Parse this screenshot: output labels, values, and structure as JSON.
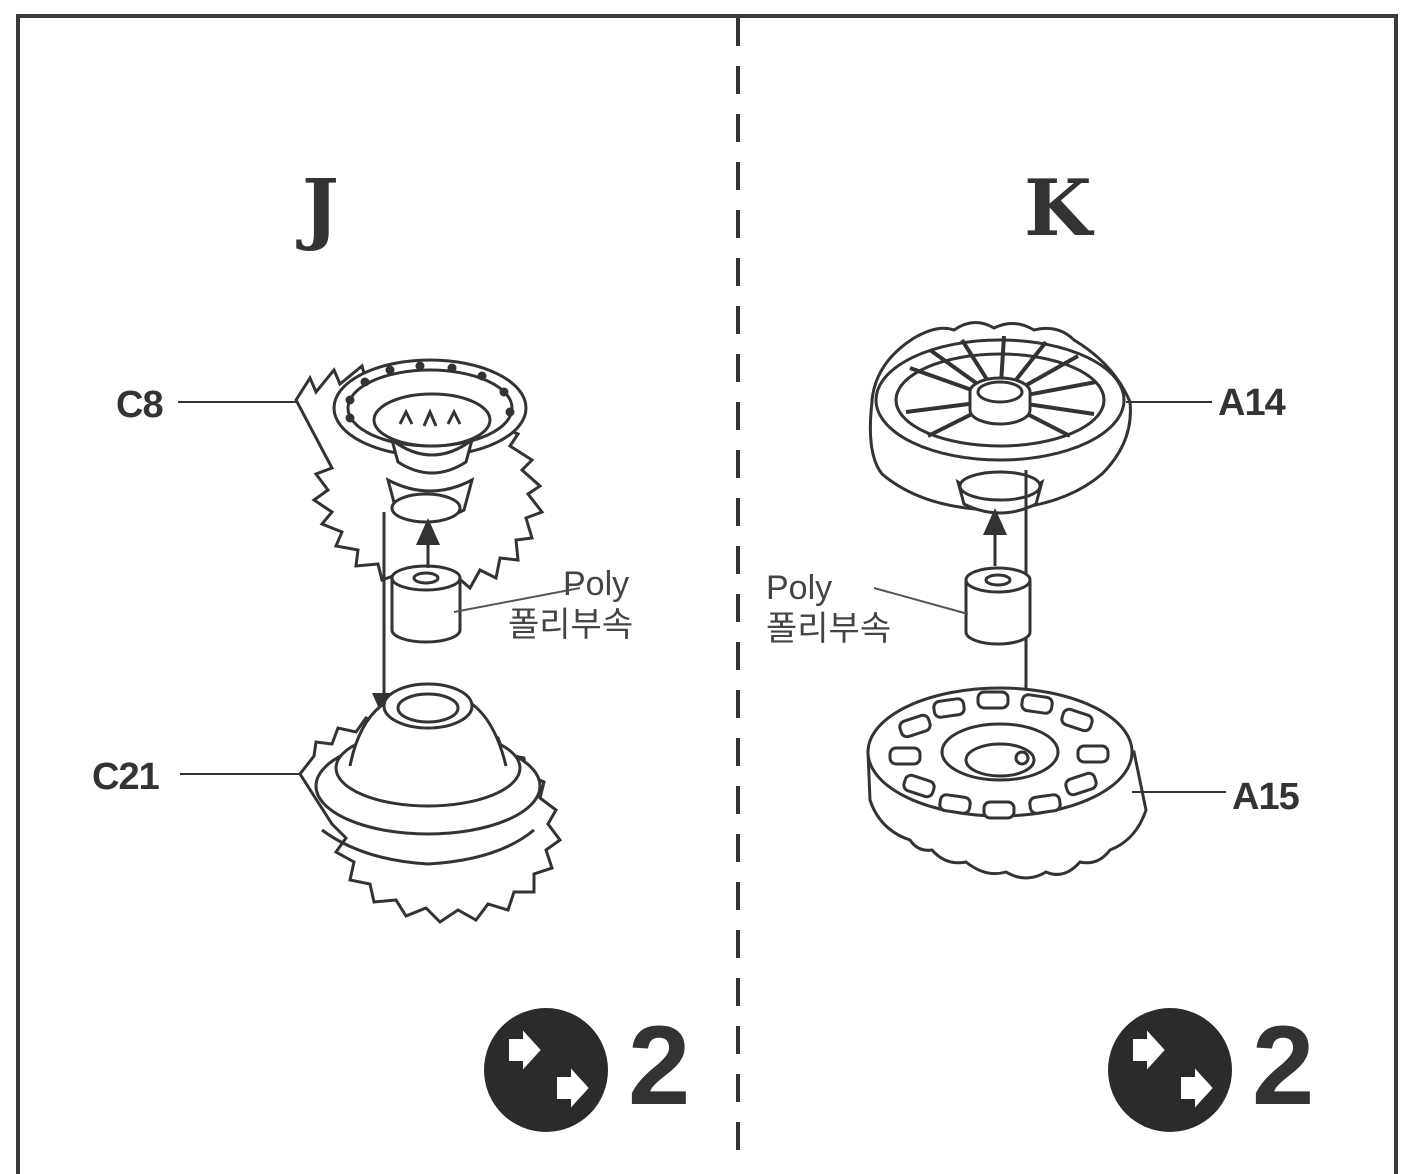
{
  "panels": [
    {
      "step": "J",
      "parts": {
        "top": "C8",
        "bottom": "C21"
      },
      "poly": {
        "en": "Poly",
        "ko": "폴리부속"
      },
      "quantity": "2"
    },
    {
      "step": "K",
      "parts": {
        "top": "A14",
        "bottom": "A15"
      },
      "poly": {
        "en": "Poly",
        "ko": "폴리부속"
      },
      "quantity": "2"
    }
  ],
  "colors": {
    "ink": "#333333",
    "badge": "#2b2b2b"
  },
  "icons": [
    "make-two-icon",
    "arrow-icon"
  ]
}
